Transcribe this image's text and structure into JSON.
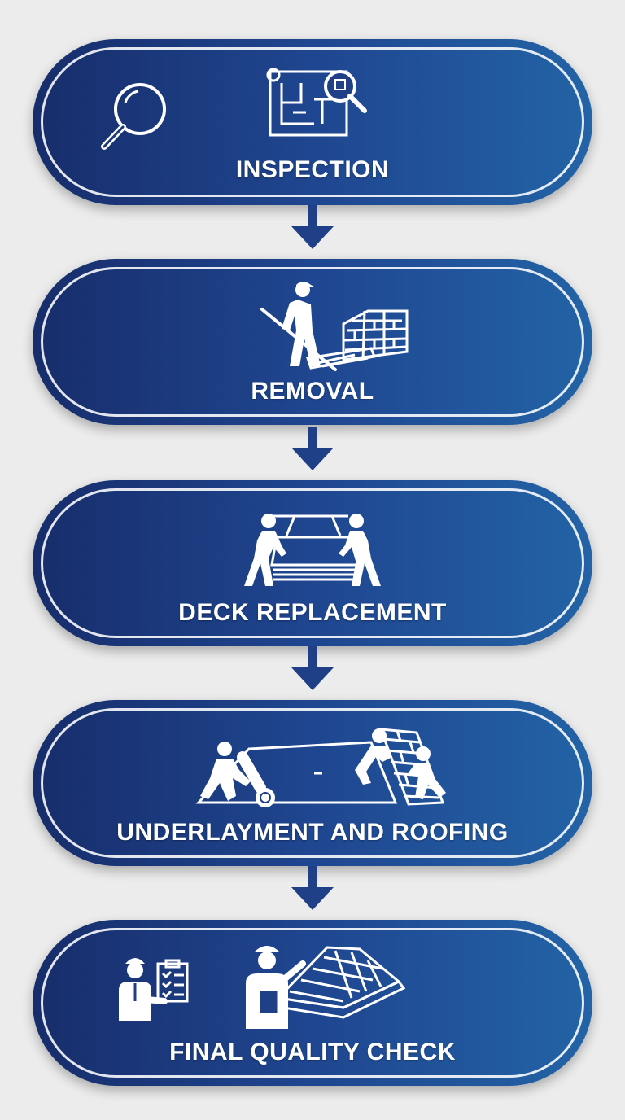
{
  "steps": [
    {
      "label": "INSPECTION",
      "icons": [
        "magnifying-glass-icon",
        "blueprint-magnifier-icon"
      ]
    },
    {
      "label": "REMOVAL",
      "icons": [
        "worker-shovel-icon",
        "shingle-pile-icon"
      ]
    },
    {
      "label": "DECK REPLACEMENT",
      "icons": [
        "workers-carrying-deck-icon"
      ]
    },
    {
      "label": "UNDERLAYMENT AND ROOFING",
      "icons": [
        "worker-rolling-underlayment-icon",
        "workers-laying-shingles-icon"
      ]
    },
    {
      "label": "FINAL QUALITY CHECK",
      "icons": [
        "inspector-clipboard-icon",
        "inspector-roof-icon"
      ]
    }
  ],
  "colors": {
    "background": "#ececec",
    "pill_dark": "#172d6b",
    "pill_light": "#2363a6",
    "arrow": "#1f3f86",
    "text": "#ffffff"
  }
}
